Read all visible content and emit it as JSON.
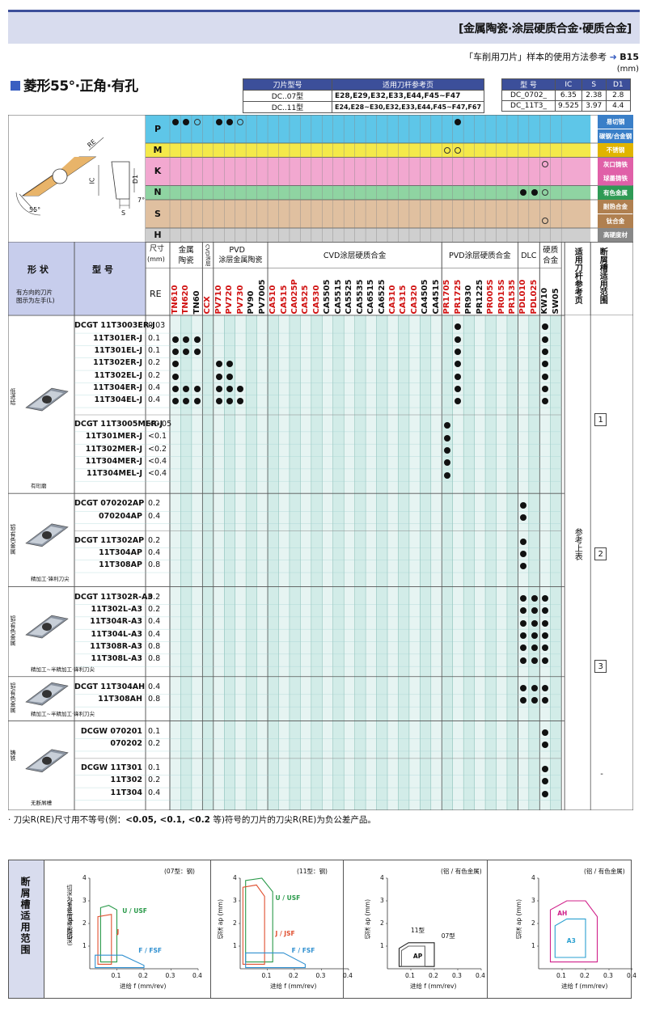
{
  "header": {
    "title": "[金属陶瓷·涂层硬质合金·硬质合金]",
    "ref_note_prefix": "「车削用刀片」样本的使用方法参考",
    "ref_note_page": "B15",
    "unit": "(mm)"
  },
  "section_title": "菱形55°·正角·有孔",
  "holder_table": {
    "headers": [
      "刀片型号",
      "适用刀杆参考页"
    ],
    "rows": [
      {
        "model": "DC..07型",
        "pages": "E28,E29,E32,E33,E44,F45~F47"
      },
      {
        "model": "DC..11型",
        "pages": "E24,E28~E30,E32,E33,E44,F45~F47,F67"
      }
    ]
  },
  "dim_table": {
    "headers": [
      "型 号",
      "IC",
      "S",
      "D1"
    ],
    "rows": [
      [
        "DC_0702_",
        "6.35",
        "2.38",
        "2.8"
      ],
      [
        "DC_11T3_",
        "9.525",
        "3.97",
        "4.4"
      ]
    ]
  },
  "materials": [
    {
      "letter": "P",
      "desc": [
        "易切钢",
        "碳钢/合金钢"
      ],
      "color": "#5ec6e8",
      "desc_color": "#3a7fc8"
    },
    {
      "letter": "M",
      "desc": [
        "不锈钢"
      ],
      "color": "#f4e94a",
      "desc_color": "#e0b400"
    },
    {
      "letter": "K",
      "desc": [
        "灰口铸铁",
        "球墨铸铁"
      ],
      "color": "#f2a8d0",
      "desc_color": "#e060a8"
    },
    {
      "letter": "N",
      "desc": [
        "有色金属"
      ],
      "color": "#8fd4a2",
      "desc_color": "#2f9a55"
    },
    {
      "letter": "S",
      "desc": [
        "耐热合金",
        "钛合金"
      ],
      "color": "#e0c0a0",
      "desc_color": "#b08050"
    },
    {
      "letter": "H",
      "desc": [
        "高硬度材"
      ],
      "color": "#cfcfcf",
      "desc_color": "#888888"
    }
  ],
  "diagram_labels": {
    "re": "RE",
    "ic": "IC",
    "d1": "D1",
    "s": "S",
    "angle7": "7°",
    "angle55": "55°"
  },
  "column_headers": {
    "shape": "形 状",
    "shape_note1": "有方向的刀片",
    "shape_note2": "图示为左手(L)",
    "model": "型 号",
    "size": "尺寸",
    "size_unit": "(mm)",
    "re": "RE",
    "cermet": "金属陶瓷",
    "cvd_small": "CVD涂层",
    "pvd_cermet": "PVD涂层金属陶瓷",
    "cvd": "CVD涂层硬质合金",
    "pvd": "PVD涂层硬质合金",
    "dlc": "DLC",
    "carbide": "硬质合金",
    "holder_ref": "适用刀杆参考页",
    "chipbreaker": "断屑槽适用范围"
  },
  "grades": [
    {
      "name": "TN610",
      "color": "#d01010"
    },
    {
      "name": "TN620",
      "color": "#d01010"
    },
    {
      "name": "TN60",
      "color": "#111111"
    },
    {
      "name": "CCX",
      "color": "#d01010"
    },
    {
      "name": "PV710",
      "color": "#d01010"
    },
    {
      "name": "PV720",
      "color": "#d01010"
    },
    {
      "name": "PV730",
      "color": "#d01010"
    },
    {
      "name": "PV90",
      "color": "#111111"
    },
    {
      "name": "PV7005",
      "color": "#111111"
    },
    {
      "name": "CA510",
      "color": "#d01010"
    },
    {
      "name": "CA515",
      "color": "#d01010"
    },
    {
      "name": "CA025P",
      "color": "#d01010"
    },
    {
      "name": "CA525",
      "color": "#d01010"
    },
    {
      "name": "CA530",
      "color": "#d01010"
    },
    {
      "name": "CA5505",
      "color": "#111111"
    },
    {
      "name": "CA5515",
      "color": "#111111"
    },
    {
      "name": "CA5525",
      "color": "#111111"
    },
    {
      "name": "CA5535",
      "color": "#111111"
    },
    {
      "name": "CA6515",
      "color": "#111111"
    },
    {
      "name": "CA6525",
      "color": "#111111"
    },
    {
      "name": "CA310",
      "color": "#d01010"
    },
    {
      "name": "CA315",
      "color": "#d01010"
    },
    {
      "name": "CA320",
      "color": "#d01010"
    },
    {
      "name": "CA4505",
      "color": "#111111"
    },
    {
      "name": "CA4515",
      "color": "#111111"
    },
    {
      "name": "PR1705",
      "color": "#d01010"
    },
    {
      "name": "PR1725",
      "color": "#d01010"
    },
    {
      "name": "PR930",
      "color": "#111111"
    },
    {
      "name": "PR1225",
      "color": "#111111"
    },
    {
      "name": "PR005S",
      "color": "#d01010"
    },
    {
      "name": "PR015S",
      "color": "#d01010"
    },
    {
      "name": "PR1535",
      "color": "#d01010"
    },
    {
      "name": "PDL010",
      "color": "#d01010"
    },
    {
      "name": "PDL025",
      "color": "#d01010"
    },
    {
      "name": "KW10",
      "color": "#111111"
    },
    {
      "name": "SW05",
      "color": "#111111"
    }
  ],
  "groups": [
    {
      "side": "低进给",
      "note": "有珩磨",
      "rows": [
        {
          "model": "DCGT 11T3003ER-J",
          "re": "0.03",
          "dots": [
            26,
            34
          ]
        },
        {
          "model": "11T301ER-J",
          "re": "0.1",
          "dots": [
            0,
            1,
            2,
            26,
            34
          ]
        },
        {
          "model": "11T301EL-J",
          "re": "0.1",
          "dots": [
            0,
            1,
            2,
            26,
            34
          ]
        },
        {
          "model": "11T302ER-J",
          "re": "0.2",
          "dots": [
            0,
            4,
            5,
            26,
            34
          ]
        },
        {
          "model": "11T302EL-J",
          "re": "0.2",
          "dots": [
            0,
            4,
            5,
            26,
            34
          ]
        },
        {
          "model": "11T304ER-J",
          "re": "0.4",
          "dots": [
            0,
            1,
            2,
            4,
            5,
            6,
            26,
            34
          ]
        },
        {
          "model": "11T304EL-J",
          "re": "0.4",
          "dots": [
            0,
            1,
            2,
            4,
            5,
            6,
            26,
            34
          ]
        },
        {
          "model": "DCGT 11T3005MER-J",
          "re": "<0.05",
          "dots": [
            25
          ]
        },
        {
          "model": "11T301MER-J",
          "re": "<0.1",
          "dots": [
            25
          ]
        },
        {
          "model": "11T302MER-J",
          "re": "<0.2",
          "dots": [
            25
          ]
        },
        {
          "model": "11T304MER-J",
          "re": "<0.4",
          "dots": [
            25
          ]
        },
        {
          "model": "11T304MEL-J",
          "re": "<0.4",
          "dots": [
            25
          ]
        }
      ]
    },
    {
      "side": "铝/有色金属",
      "note": "精加工·锋利刀尖",
      "rows": [
        {
          "model": "DCGT 070202AP",
          "re": "0.2",
          "dots": [
            32
          ]
        },
        {
          "model": "070204AP",
          "re": "0.4",
          "dots": [
            32
          ]
        },
        {
          "model": "DCGT 11T302AP",
          "re": "0.2",
          "dots": [
            32
          ]
        },
        {
          "model": "11T304AP",
          "re": "0.4",
          "dots": [
            32
          ]
        },
        {
          "model": "11T308AP",
          "re": "0.8",
          "dots": [
            32
          ]
        }
      ]
    },
    {
      "side": "铝/有色金属",
      "note": "精加工~半精加工·锋利刀尖",
      "rows": [
        {
          "model": "DCGT 11T302R-A3",
          "re": "0.2",
          "dots": [
            32,
            33,
            34
          ]
        },
        {
          "model": "11T302L-A3",
          "re": "0.2",
          "dots": [
            32,
            33,
            34
          ]
        },
        {
          "model": "11T304R-A3",
          "re": "0.4",
          "dots": [
            32,
            33,
            34
          ]
        },
        {
          "model": "11T304L-A3",
          "re": "0.4",
          "dots": [
            32,
            33,
            34
          ]
        },
        {
          "model": "11T308R-A3",
          "re": "0.8",
          "dots": [
            32,
            33,
            34
          ]
        },
        {
          "model": "11T308L-A3",
          "re": "0.8",
          "dots": [
            32,
            33,
            34
          ]
        }
      ]
    },
    {
      "side": "铝/有色金属",
      "note": "精加工~半精加工·锋利刀尖",
      "rows": [
        {
          "model": "DCGT 11T304AH",
          "re": "0.4",
          "dots": [
            32,
            33,
            34
          ]
        },
        {
          "model": "11T308AH",
          "re": "0.8",
          "dots": [
            32,
            33,
            34
          ]
        }
      ]
    },
    {
      "side": "铸铁",
      "note": "无断屑槽",
      "rows": [
        {
          "model": "DCGW 070201",
          "re": "0.1",
          "dots": [
            34
          ]
        },
        {
          "model": "070202",
          "re": "0.2",
          "dots": [
            34
          ]
        },
        {
          "model": "DCGW 11T301",
          "re": "0.1",
          "dots": [
            34
          ]
        },
        {
          "model": "11T302",
          "re": "0.2",
          "dots": [
            34
          ]
        },
        {
          "model": "11T304",
          "re": "0.4",
          "dots": [
            34
          ]
        }
      ]
    }
  ],
  "holder_ref_text": "参考上表",
  "chipbreaker_refs": [
    "1",
    "2",
    "3",
    "-"
  ],
  "footnote": {
    "text_a": "· 刀尖R(RE)尺寸用不等号(例：",
    "text_b": "<0.05, <0.1, <0.2",
    "text_c": " 等)符号的刀片的刀尖R(RE)为负公差产品。"
  },
  "chip_section_title": "断屑槽适用范围",
  "chip_ylabel": "切深 ap (mm)",
  "chip_ylabel_side": "切深为半径值(径向切深)",
  "chip_xlabel": "进给 f (mm/rev)",
  "chip_panels": [
    {
      "num": "1",
      "subtitle": "(07型：钢)",
      "series": [
        "U / USF",
        "J",
        "F / FSF"
      ]
    },
    {
      "num": "",
      "subtitle": "(11型：钢)",
      "series": [
        "U / USF",
        "J / JSF",
        "F / FSF"
      ]
    },
    {
      "num": "2",
      "subtitle": "(铝 / 有色金属)",
      "series": [
        "AP",
        "11型",
        "07型"
      ]
    },
    {
      "num": "3",
      "subtitle": "(铝 / 有色金属)",
      "series": [
        "AH",
        "A3"
      ]
    }
  ],
  "chip_yticks": [
    "1",
    "2",
    "3",
    "4"
  ],
  "chip_xticks": [
    "0.1",
    "0.2",
    "0.3",
    "0.4"
  ]
}
